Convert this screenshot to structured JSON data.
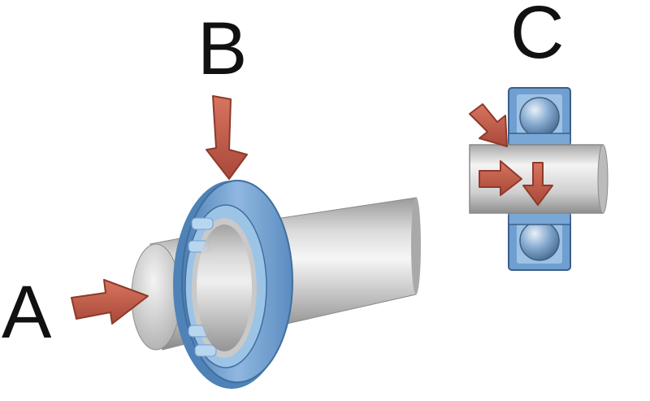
{
  "labels": {
    "a": "A",
    "b": "B",
    "c": "C"
  },
  "colors": {
    "arrow": "#c9614a",
    "arrow_dark": "#8e3a2a",
    "bearing_ring": "#6f9fd0",
    "bearing_ring_dark": "#3f6f9f",
    "shaft_light": "#f2f2f2",
    "shaft_mid": "#c4c4c4",
    "shaft_dark": "#8c8c8c",
    "ball": "#7fa3c9"
  },
  "icons": {
    "axial_load": "arrow-right-icon",
    "radial_load": "arrow-down-icon",
    "combined_load": "arrow-diagonal-icon"
  }
}
